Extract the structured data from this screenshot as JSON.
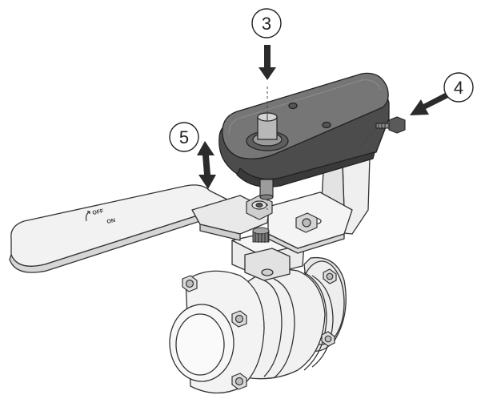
{
  "callouts": [
    {
      "id": "3",
      "label": "3"
    },
    {
      "id": "4",
      "label": "4"
    },
    {
      "id": "5",
      "label": "5"
    }
  ],
  "handle": {
    "off_label": "OFF",
    "on_label": "ON"
  },
  "colors": {
    "line": "#333333",
    "light_fill": "#f2f2f2",
    "mid_fill": "#d8d8d8",
    "dark_fill": "#6e6e6e",
    "darker_fill": "#4a4a4a"
  }
}
